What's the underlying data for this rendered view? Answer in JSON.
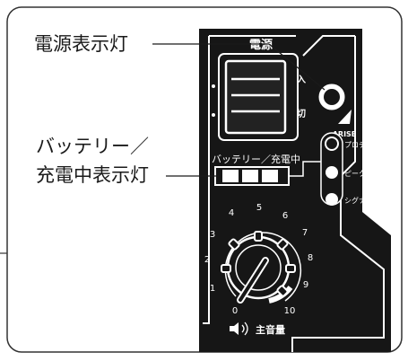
{
  "callouts": {
    "power_lamp": "電源表示灯",
    "battery_lamp_line1": "バッテリー／",
    "battery_lamp_line2": "充電中表示灯"
  },
  "panel": {
    "power_label": "電源",
    "on_label": "入",
    "off_label": "切",
    "brand": "ARISE",
    "battery_label": "バッテリー／充電中",
    "indicator_protect": "プロテクト",
    "indicator_peak": "ピーク",
    "indicator_signal": "シグナル",
    "dial_marks": [
      "0",
      "1",
      "2",
      "3",
      "4",
      "5",
      "6",
      "7",
      "8",
      "9",
      "10"
    ],
    "volume_label": "主音量"
  },
  "colors": {
    "panel": "#161616",
    "line": "#ffffff",
    "frame": "#333333",
    "text": "#1a1a1a"
  }
}
